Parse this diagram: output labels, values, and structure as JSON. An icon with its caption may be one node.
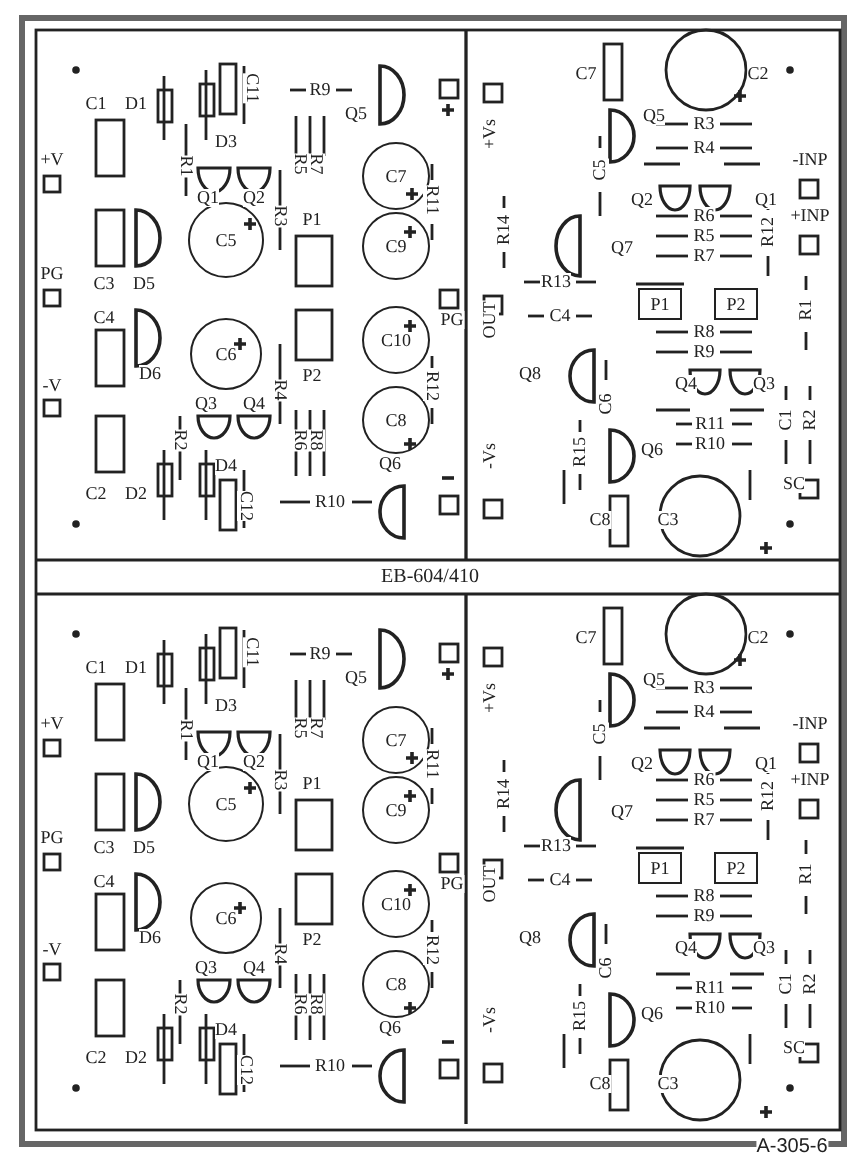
{
  "diagram": {
    "nodes": [
      {
        "text": [
          "C7"
        ]
      },
      {
        "text": [
          "C5"
        ]
      },
      {
        "text": [
          "C9"
        ]
      },
      {
        "text": [
          "C10"
        ]
      },
      {
        "text": [
          "C6"
        ]
      },
      {
        "text": [
          "C8"
        ]
      },
      {
        "text": [
          "P1"
        ]
      },
      {
        "text": [
          "P2"
        ]
      },
      {
        "text": [
          "C7"
        ]
      },
      {
        "text": [
          "C5"
        ]
      },
      {
        "text": [
          "C9"
        ]
      },
      {
        "text": [
          "C10"
        ]
      },
      {
        "text": [
          "C6"
        ]
      },
      {
        "text": [
          "C8"
        ]
      },
      {
        "text": [
          "P1"
        ]
      },
      {
        "text": [
          "P2"
        ]
      }
    ],
    "labels": [
      "C1",
      "D1",
      "C11",
      "R9",
      "Q5",
      "+V",
      "R1",
      "D3",
      "R5",
      "R7",
      "Q1",
      "Q2",
      "R3",
      "P1",
      "R11",
      "PG",
      "C3",
      "D5",
      "C4",
      "PG",
      "D6",
      "R4",
      "P2",
      "R12",
      "-V",
      "Q3",
      "Q4",
      "R2",
      "R6",
      "R8",
      "D4",
      "Q6",
      "C2",
      "D2",
      "C12",
      "R10",
      "C7",
      "C2",
      "+Vs",
      "Q5",
      "R3",
      "R4",
      "C5",
      "-INP",
      "Q2",
      "Q1",
      "R6",
      "R5",
      "R7",
      "R12",
      "+INP",
      "R14",
      "Q7",
      "R13",
      "C4",
      "OUT",
      "R1",
      "R8",
      "R9",
      "Q8",
      "Q4",
      "Q3",
      "C6",
      "R11",
      "R10",
      "C1",
      "R2",
      "R15",
      "Q6",
      "-Vs",
      "SC",
      "C8",
      "C3",
      "EB-604/410",
      "C1",
      "D1",
      "C11",
      "R9",
      "Q5",
      "+V",
      "R1",
      "D3",
      "R5",
      "R7",
      "Q1",
      "Q2",
      "R3",
      "P1",
      "R11",
      "PG",
      "C3",
      "D5",
      "C4",
      "PG",
      "D6",
      "R4",
      "P2",
      "R12",
      "-V",
      "Q3",
      "Q4",
      "R2",
      "R6",
      "R8",
      "D4",
      "Q6",
      "C2",
      "D2",
      "C12",
      "R10",
      "C7",
      "C2",
      "+Vs",
      "Q5",
      "R3",
      "R4",
      "C5",
      "-INP",
      "Q2",
      "Q1",
      "R6",
      "R5",
      "R7",
      "R12",
      "+INP",
      "R14",
      "Q7",
      "R13",
      "C4",
      "OUT",
      "R1",
      "R8",
      "R9",
      "Q8",
      "Q4",
      "Q3",
      "C6",
      "R11",
      "R10",
      "C1",
      "R2",
      "R15",
      "Q6",
      "-Vs",
      "SC",
      "C8",
      "C3",
      "A-305-6"
    ]
  }
}
